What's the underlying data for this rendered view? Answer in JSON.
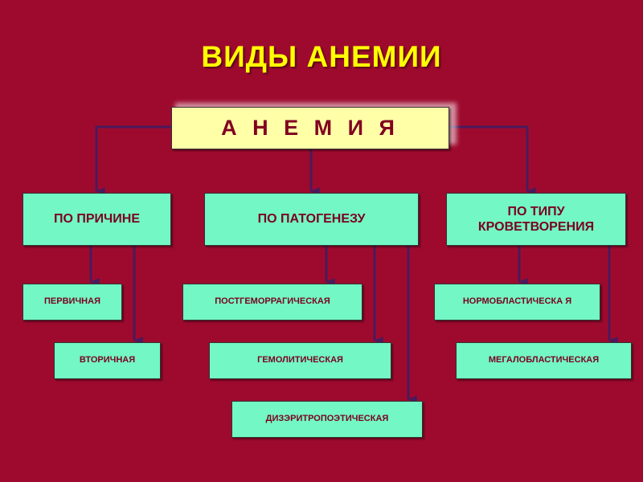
{
  "title": "ВИДЫ  АНЕМИИ",
  "root": "А Н Е М И Я",
  "categories": {
    "cause": "ПО ПРИЧИНЕ",
    "pathogenesis": "ПО ПАТОГЕНЕЗУ",
    "hematopoiesis": "ПО ТИПУ КРОВЕТВОРЕНИЯ"
  },
  "leaves": {
    "primary": "ПЕРВИЧНАЯ",
    "secondary": "ВТОРИЧНАЯ",
    "posthemorrhagic": "ПОСТГЕМОРРАГИЧЕСКАЯ",
    "hemolytic": "ГЕМОЛИТИЧЕСКАЯ",
    "dyserythropoietic": "ДИЗЭРИТРОПОЭТИЧЕСКАЯ",
    "normoblastic": "НОРМОБЛАСТИЧЕСКА Я",
    "megaloblastic": "МЕГАЛОБЛАСТИЧЕСКАЯ"
  },
  "colors": {
    "background": "#9e0a2e",
    "title": "#ffff00",
    "root_box": "#ffffa8",
    "node_box": "#73f7c4",
    "connector": "#4a1a5c"
  }
}
